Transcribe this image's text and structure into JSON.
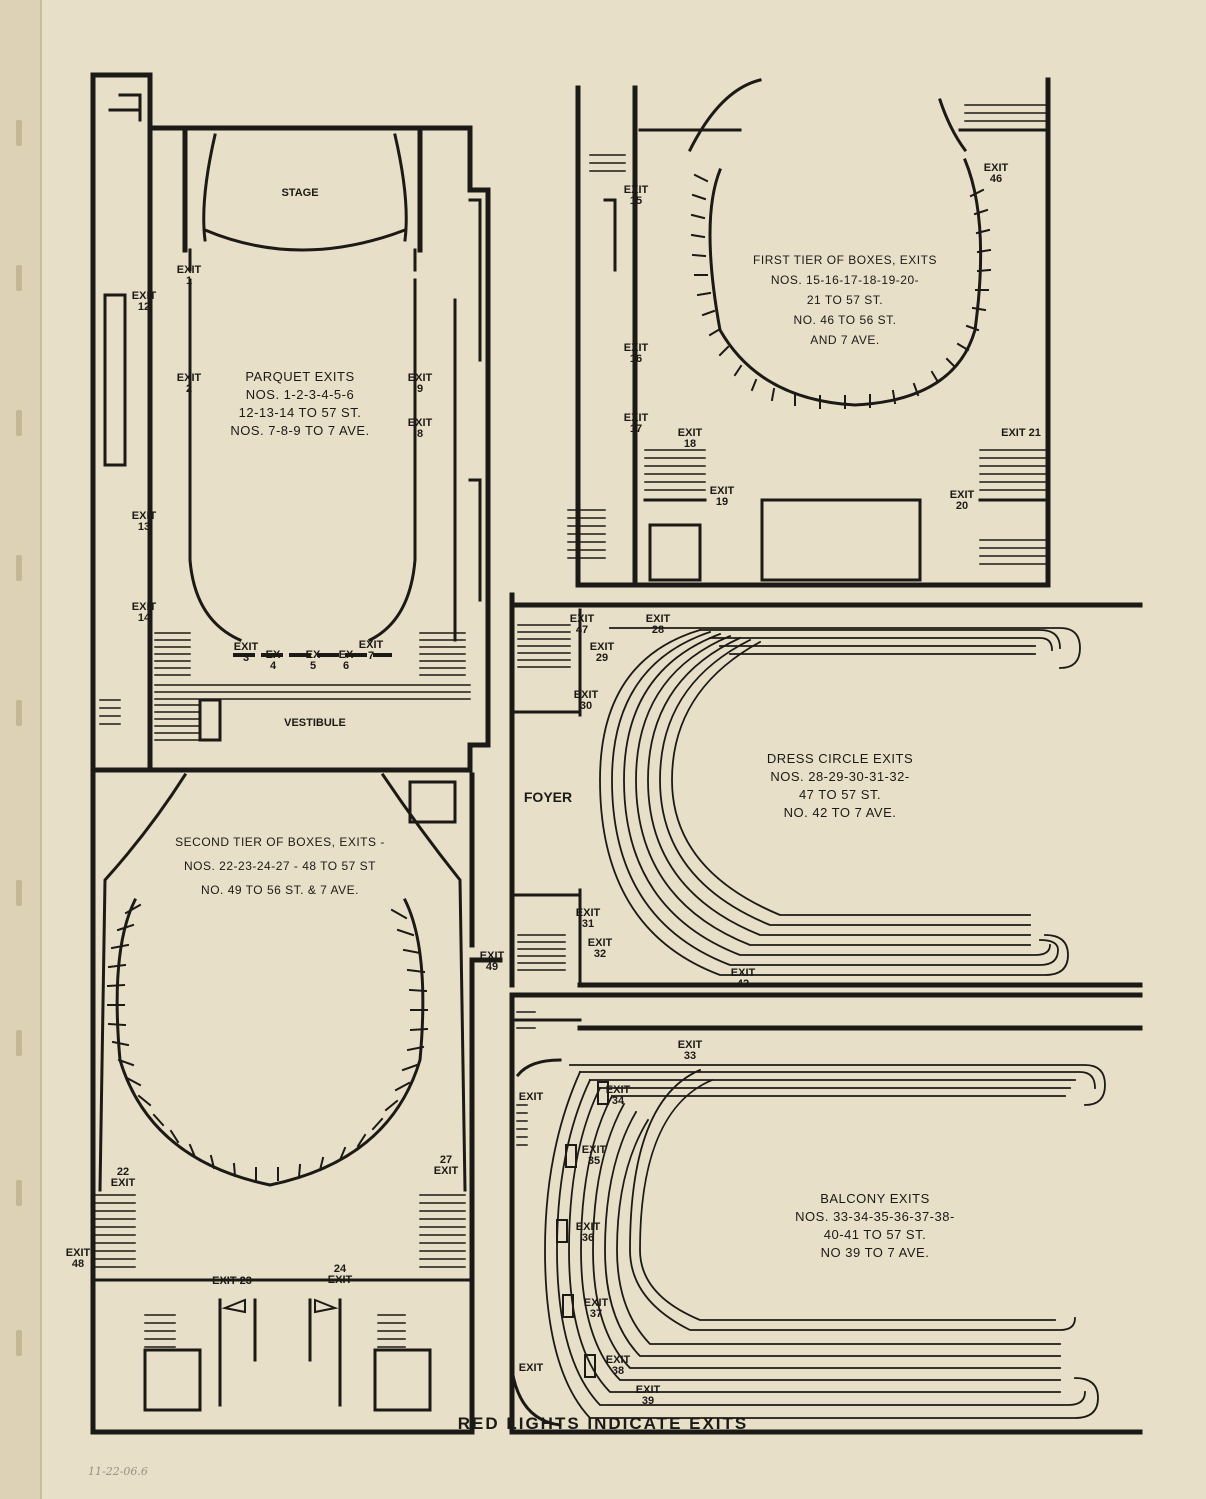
{
  "panels": {
    "parquet": {
      "stage": "STAGE",
      "vestibule": "VESTIBULE",
      "title": "PARQUET EXITS\nNOS. 1-2-3-4-5-6\n12-13-14 TO 57 ST.\nNOS. 7-8-9 TO 7 AVE.",
      "exits": [
        "EXIT\n1",
        "EXIT\n2",
        "EXIT\n12",
        "EXIT\n13",
        "EXIT\n14",
        "EXIT\n9",
        "EXIT\n8",
        "EXIT\n3",
        "EX\n4",
        "EX\n5",
        "EX\n6",
        "EXIT\n7"
      ]
    },
    "first_tier": {
      "title": "FIRST TIER OF BOXES, EXITS\nNOS. 15-16-17-18-19-20-\n21 TO 57 ST.\nNO. 46 TO 56 ST.\nAND 7 AVE.",
      "exits": [
        "EXIT\n15",
        "EXIT\n16",
        "EXIT\n17",
        "EXIT\n18",
        "EXIT\n19",
        "EXIT\n46",
        "EXIT 21",
        "EXIT\n20"
      ]
    },
    "dress_circle": {
      "title": "DRESS CIRCLE EXITS\nNOS. 28-29-30-31-32-\n47 TO 57 ST.\nNO. 42 TO 7 AVE.",
      "foyer": "FOYER",
      "exits": [
        "EXIT\n47",
        "EXIT\n28",
        "EXIT\n29",
        "EXIT\n30",
        "EXIT\n31",
        "EXIT\n32",
        "EXIT\n42"
      ]
    },
    "second_tier": {
      "title": "SECOND TIER OF BOXES, EXITS -\nNOS. 22-23-24-27 - 48 TO 57 ST\nNO. 49 TO 56 ST. & 7 AVE.",
      "exits": [
        "EXIT\n49",
        "22\nEXIT",
        "27\nEXIT",
        "EXIT\n48",
        "EXIT 23",
        "24\nEXIT"
      ]
    },
    "balcony": {
      "title": "BALCONY EXITS\nNOS. 33-34-35-36-37-38-\n40-41 TO 57 ST.\nNO 39 TO 7 AVE.",
      "exits": [
        "EXIT\n33",
        "EXIT",
        "EXIT\n34",
        "EXIT\n35",
        "EXIT\n36",
        "EXIT\n37",
        "EXIT\n38",
        "EXIT\n39",
        "EXIT"
      ]
    }
  },
  "footer": "RED LIGHTS INDICATE EXITS",
  "handwritten_note": "11-22-06.6",
  "colors": {
    "paper": "#e8dfc8",
    "ink": "#1c1a16"
  }
}
